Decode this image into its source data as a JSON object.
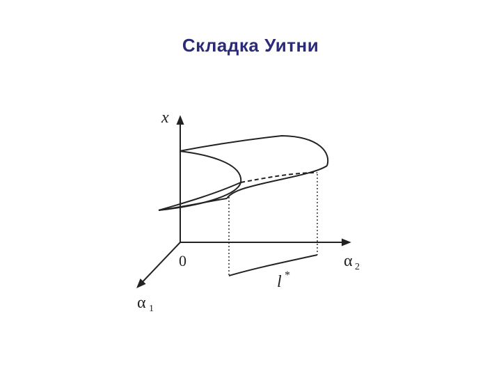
{
  "slide": {
    "title": "Складка Уитни"
  },
  "diagram": {
    "axis_x": "x",
    "axis_alpha1": "α",
    "axis_alpha1_sub": "1",
    "axis_alpha2": "α",
    "axis_alpha2_sub": "2",
    "origin": "0",
    "curve_label": "l",
    "curve_label_sup": "*"
  },
  "colors": {
    "title": "#2b2b7a",
    "ink": "#222222"
  }
}
